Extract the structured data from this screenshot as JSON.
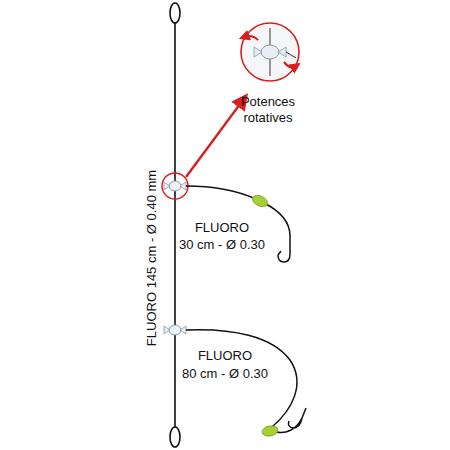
{
  "diagram": {
    "labels": [
      "Potences rotatives",
      "FLUORO 145 cm - Ø 0.40 mm",
      "FLUORO",
      "30 cm - Ø 0.30",
      "FLUORO",
      "80 cm - Ø 0.30"
    ]
  }
}
